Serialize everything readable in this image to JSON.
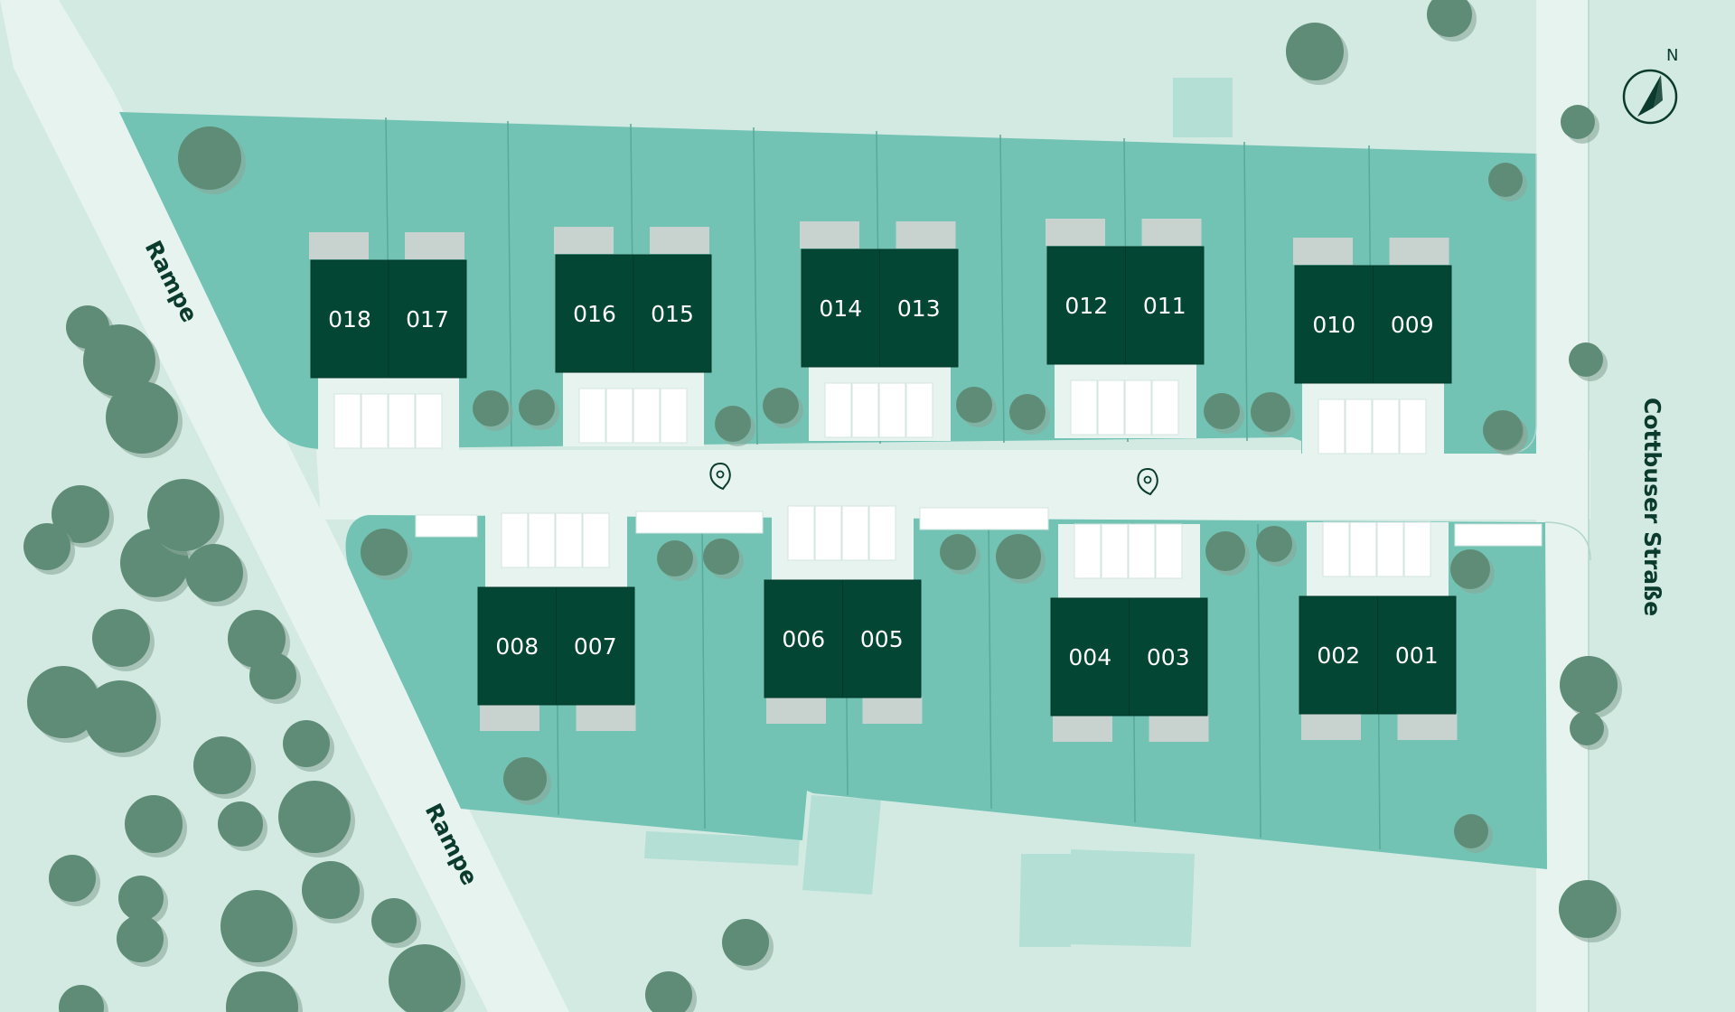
{
  "roads": {
    "rampe_upper": "Rampe",
    "rampe_lower": "Rampe",
    "cottbuser": "Cottbuser Straße"
  },
  "compass": {
    "north": "N"
  },
  "units": {
    "u001": "001",
    "u002": "002",
    "u003": "003",
    "u004": "004",
    "u005": "005",
    "u006": "006",
    "u007": "007",
    "u008": "008",
    "u009": "009",
    "u010": "010",
    "u011": "011",
    "u012": "012",
    "u013": "013",
    "u014": "014",
    "u015": "015",
    "u016": "016",
    "u017": "017",
    "u018": "018"
  },
  "icons": {
    "street_marker": "map-marker-icon",
    "compass": "compass-icon",
    "tree": "tree-icon"
  },
  "colors": {
    "background": "#d3eae3",
    "road": "#e6f3ef",
    "plot": "#72c3b4",
    "house": "#034633",
    "terrace": "#c8d3cf",
    "parking": "#ffffff",
    "tree": "#5f8c77",
    "label_dark": "#0b3b2c"
  }
}
